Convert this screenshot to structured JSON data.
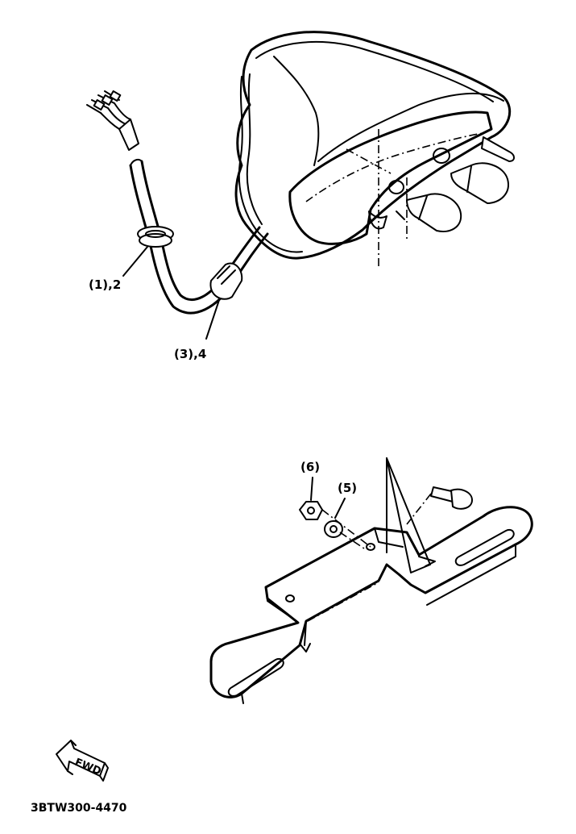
{
  "callouts": {
    "grommet": "(1),2",
    "clamp": "(3),4",
    "nut": "(6)",
    "washer": "(5)"
  },
  "fwd_label": "FWD",
  "diagram_code": "3BTW300-4470"
}
